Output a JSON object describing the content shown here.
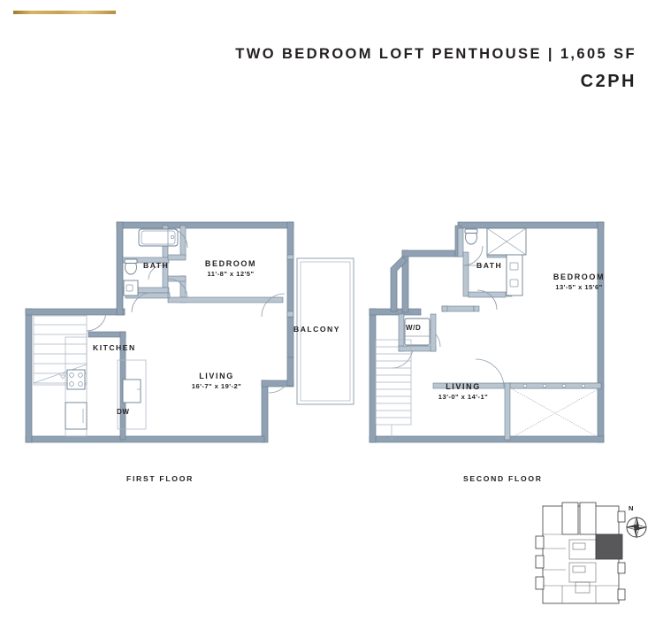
{
  "header": {
    "title": "TWO BEDROOM LOFT PENTHOUSE | 1,605 SF",
    "unit_code": "C2PH"
  },
  "accent_color": "#c8a355",
  "wall_color": "#8fa1b2",
  "wall_fill": "#ffffff",
  "keyplan_highlight_color": "#58585b",
  "floors": [
    {
      "caption": "FIRST FLOOR",
      "rooms": [
        {
          "name": "BATH",
          "dimensions": ""
        },
        {
          "name": "BEDROOM",
          "dimensions": "11'-8\" x 12'5\""
        },
        {
          "name": "BALCONY",
          "dimensions": ""
        },
        {
          "name": "KITCHEN",
          "dimensions": ""
        },
        {
          "name": "LIVING",
          "dimensions": "16'-7\" x 19'-2\""
        }
      ],
      "appliances": [
        {
          "name": "DW",
          "label": "DW"
        }
      ]
    },
    {
      "caption": "SECOND FLOOR",
      "rooms": [
        {
          "name": "BATH",
          "dimensions": ""
        },
        {
          "name": "BEDROOM",
          "dimensions": "13'-5\" x 15'6\""
        },
        {
          "name": "LIVING",
          "dimensions": "13'-0\" x 14'-1\""
        }
      ],
      "appliances": [
        {
          "name": "W/D",
          "label": "W/D"
        }
      ]
    }
  ],
  "keyplan": {
    "compass_label": "N"
  }
}
